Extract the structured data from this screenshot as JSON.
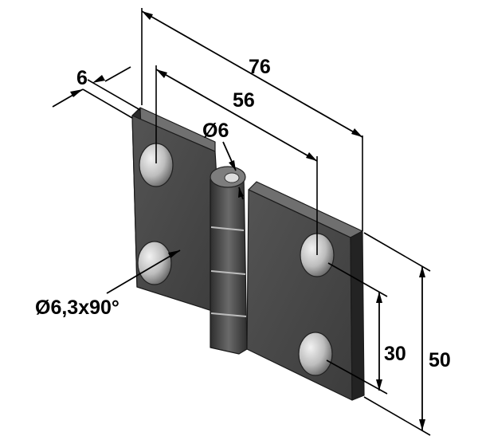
{
  "dimensions": {
    "overall_width": "76",
    "hole_spacing_horizontal": "56",
    "thickness": "6",
    "pin_diameter": "Ø6",
    "countersink": "Ø6,3x90°",
    "hole_spacing_vertical": "30",
    "overall_height": "50"
  },
  "colors": {
    "leaf_face": "#454545",
    "leaf_side": "#2a2a2a",
    "leaf_top": "#6d6d6d",
    "hole_light": "#d0d0d0",
    "pin": "#cfcfcf",
    "lines": "#000000"
  }
}
